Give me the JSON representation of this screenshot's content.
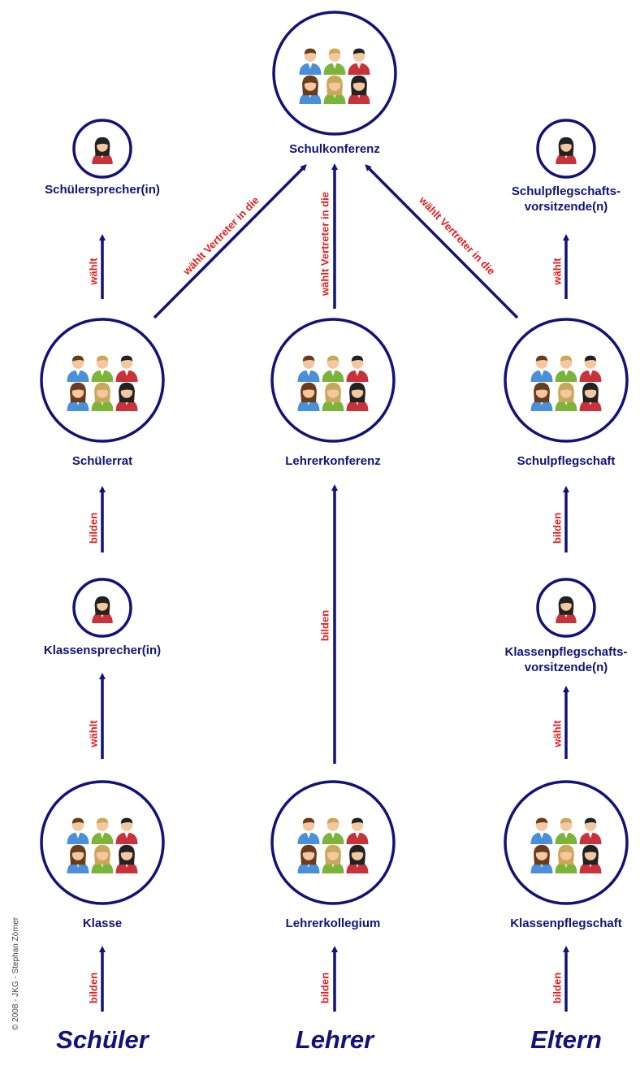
{
  "colors": {
    "navy": "#12127a",
    "red": "#e02020"
  },
  "labels": {
    "schulkonferenz": "Schulkonferenz",
    "schuelersprecher": "Schülersprecher(in)",
    "schulpflegschaftsvorsitzende_line1": "Schulpflegschafts-",
    "schulpflegschaftsvorsitzende_line2": "vorsitzende(n)",
    "schuelerrat": "Schülerrat",
    "lehrerkonferenz": "Lehrerkonferenz",
    "schulpflegschaft": "Schulpflegschaft",
    "klassensprecher": "Klassensprecher(in)",
    "klassenpflegschaftsvorsitzende_line1": "Klassenpflegschafts-",
    "klassenpflegschaftsvorsitzende_line2": "vorsitzende(n)",
    "klasse": "Klasse",
    "lehrerkollegium": "Lehrerkollegium",
    "klassenpflegschaft": "Klassenpflegschaft"
  },
  "arrow_labels": {
    "waehlt": "wählt",
    "bilden": "bilden",
    "waehlt_vertreter": "wählt Vertreter in die"
  },
  "footer": {
    "schueler": "Schüler",
    "lehrer": "Lehrer",
    "eltern": "Eltern"
  },
  "copyright": "© 2008 - JKG - Stephan Zörner",
  "icons": {
    "group": "group-of-people-icon",
    "single": "person-icon"
  }
}
